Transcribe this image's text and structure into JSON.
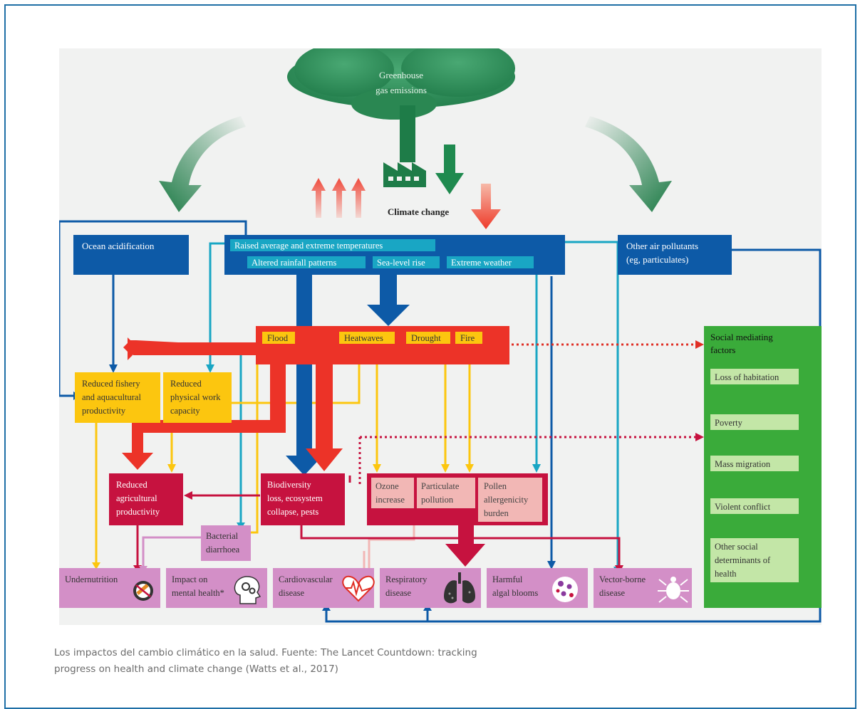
{
  "diagram": {
    "cloud_lines": [
      "Greenhouse",
      "gas emissions"
    ],
    "climate_change": "Climate change",
    "ocean_acidification": "Ocean acidification",
    "climate_effects": {
      "top": "Raised average and extreme temperatures",
      "rainfall": "Altered rainfall patterns",
      "sealevel": "Sea-level rise",
      "extreme": "Extreme weather"
    },
    "other_air_lines": [
      "Other air pollutants",
      "(eg, particulates)"
    ],
    "hazards": {
      "flood": "Flood",
      "heatwaves": "Heatwaves",
      "drought": "Drought",
      "fire": "Fire"
    },
    "fishery_lines": [
      "Reduced fishery",
      "and aquacultural",
      "productivity"
    ],
    "physical_lines": [
      "Reduced",
      "physical work",
      "capacity"
    ],
    "agri_lines": [
      "Reduced",
      "agricultural",
      "productivity"
    ],
    "biodiv_lines": [
      "Biodiversity",
      "loss, ecosystem",
      "collapse, pests"
    ],
    "ozone_lines": [
      "Ozone",
      "increase"
    ],
    "particulate_lines": [
      "Particulate",
      "pollution"
    ],
    "pollen_lines": [
      "Pollen",
      "allergenicity",
      "burden"
    ],
    "bacterial_lines": [
      "Bacterial",
      "diarrhoea"
    ],
    "outcomes": {
      "undernutrition": [
        "Undernutrition"
      ],
      "mental": [
        "Impact on",
        "mental health*"
      ],
      "cardio": [
        "Cardiovascular",
        "disease"
      ],
      "respiratory": [
        "Respiratory",
        "disease"
      ],
      "algal": [
        "Harmful",
        "algal blooms"
      ],
      "vector": [
        "Vector-borne",
        "disease"
      ]
    },
    "social": {
      "title_lines": [
        "Social mediating",
        "factors"
      ],
      "loss_habitation": "Loss of habitation",
      "poverty": "Poverty",
      "mass_migration": "Mass migration",
      "violent_conflict": "Violent conflict",
      "other_lines": [
        "Other social",
        "determinants of",
        "health"
      ]
    },
    "colors": {
      "cloud": "#2f8f5b",
      "navy": "#0d5aa7",
      "cyan": "#19a6c4",
      "red": "#ec3328",
      "yellow": "#fcc60f",
      "maroon": "#c6123f",
      "pink": "#d38fc7",
      "green": "#3aab3a",
      "green_box": "#c3e6a7",
      "pink_light": "#f2b7b5"
    }
  },
  "caption_lines": [
    "Los impactos del cambio climático en la salud. Fuente: The Lancet Countdown: tracking",
    "progress on health and climate change (Watts et al., 2017)"
  ]
}
